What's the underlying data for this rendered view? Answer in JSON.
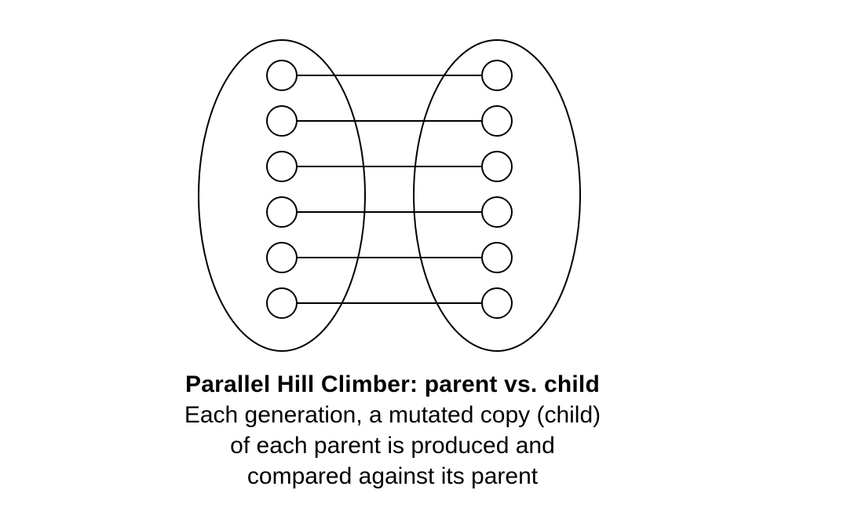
{
  "diagram": {
    "groups": [
      {
        "role": "parent-population",
        "node_count": 6
      },
      {
        "role": "child-population",
        "node_count": 6
      }
    ],
    "pairs": 6,
    "stroke_color": "#000000",
    "fill_color": "#ffffff"
  },
  "caption": {
    "title": "Parallel Hill Climber: parent vs. child",
    "lines": [
      "Each generation, a mutated copy (child)",
      "of each parent is produced and",
      "compared against its parent"
    ]
  }
}
